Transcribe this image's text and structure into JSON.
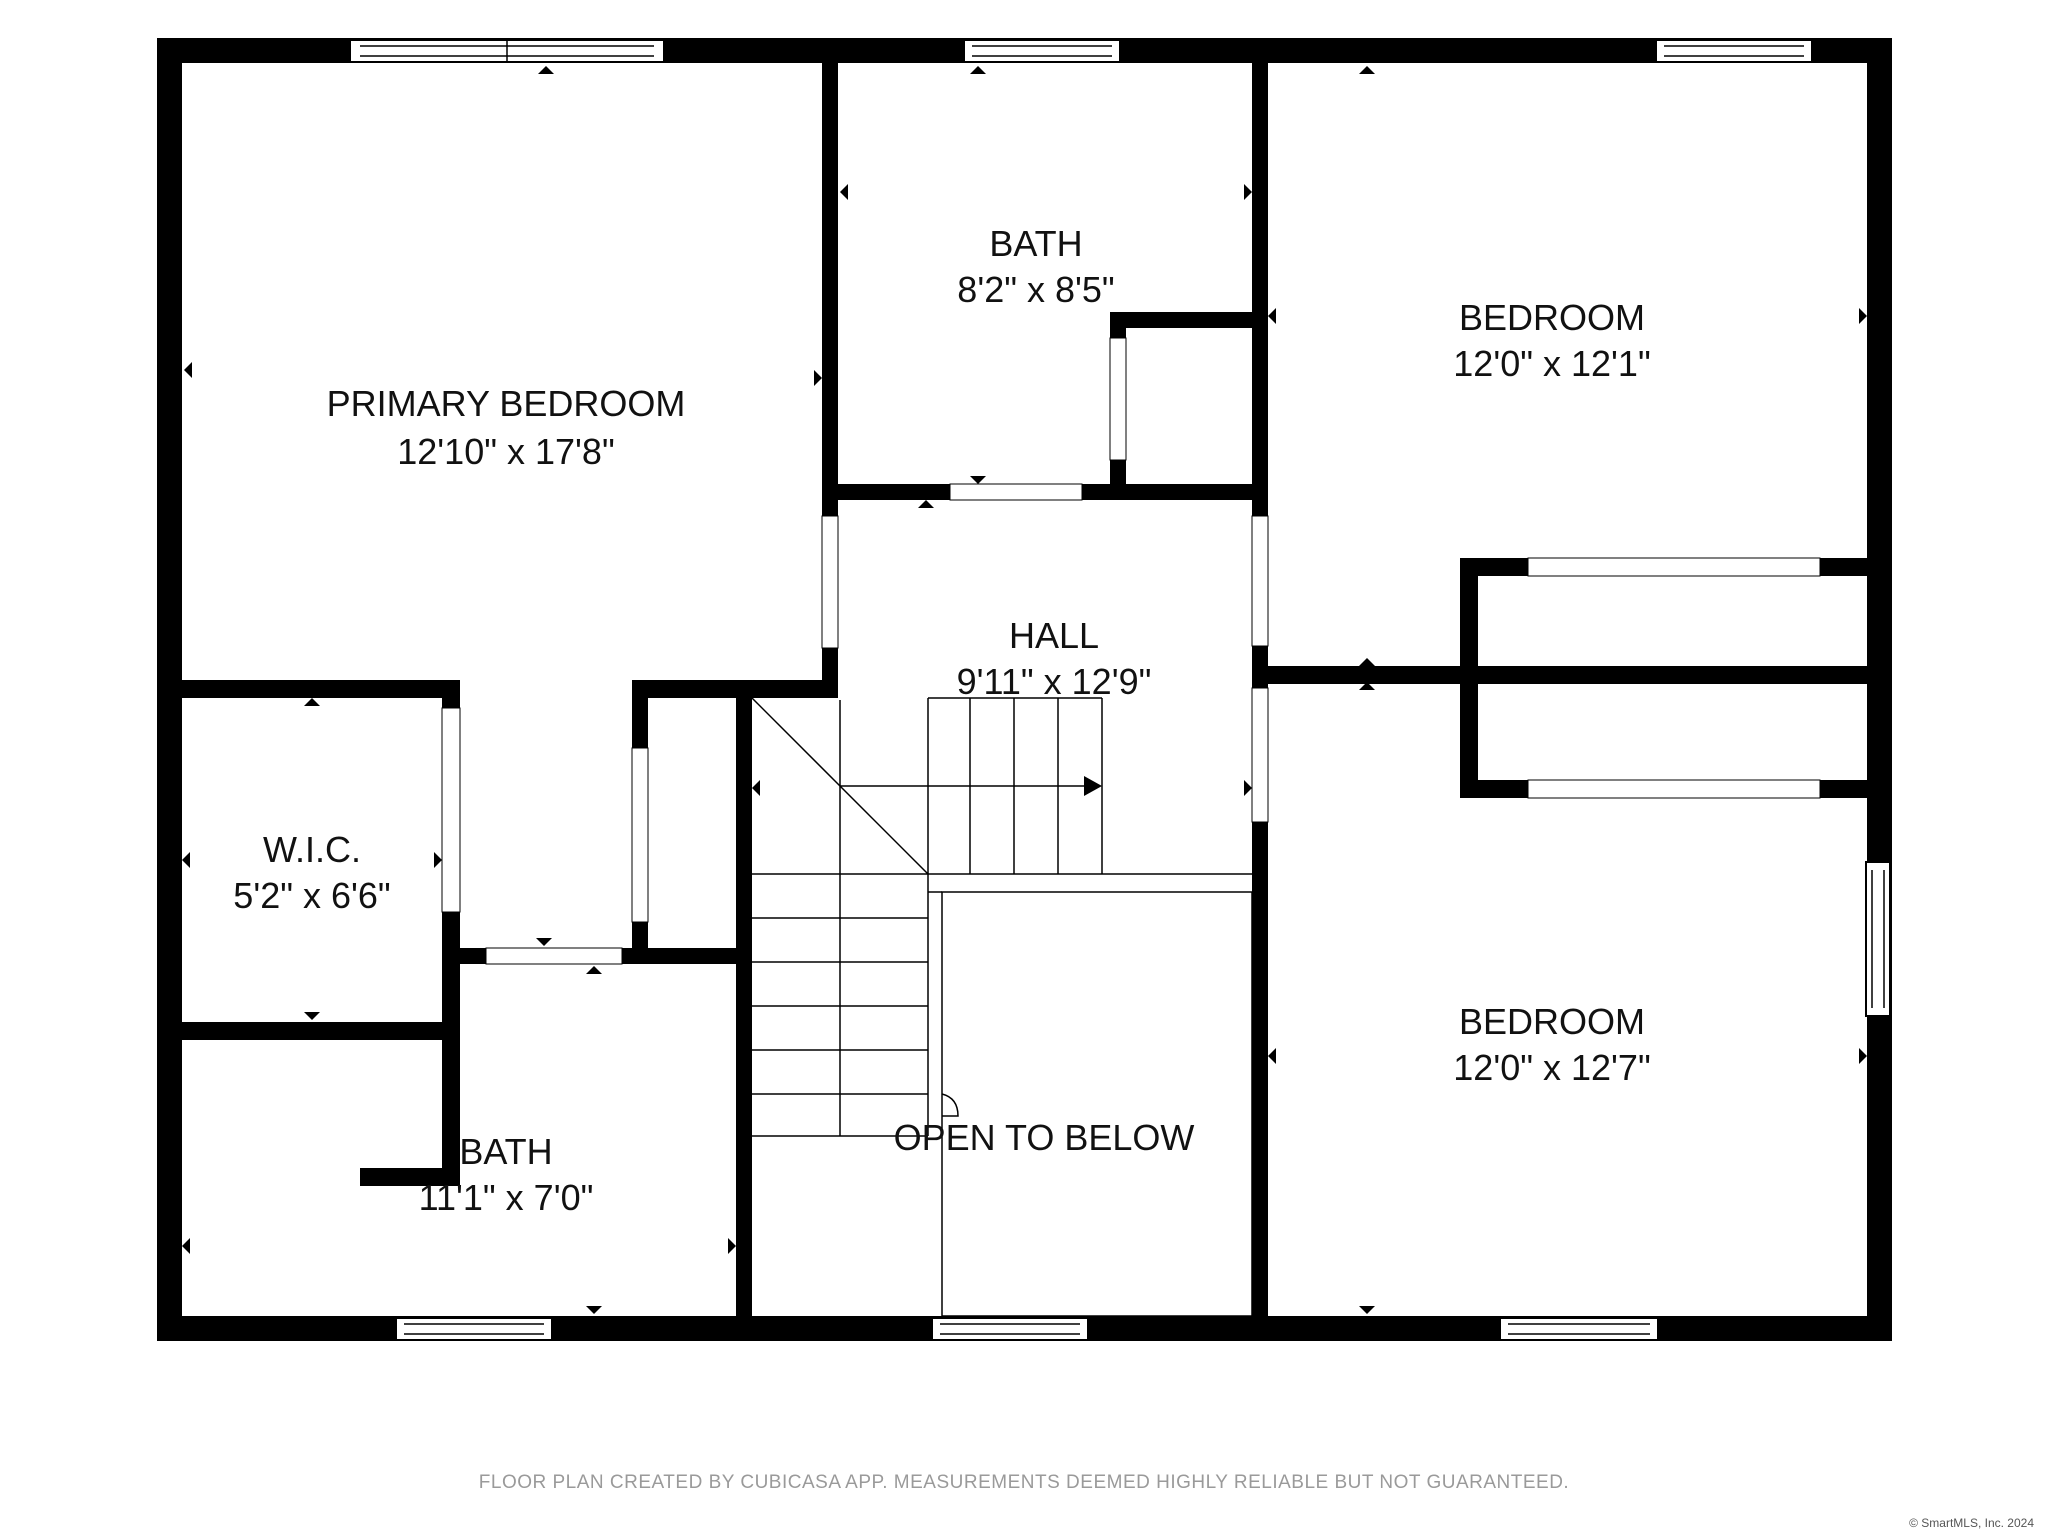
{
  "rooms": {
    "primary_bedroom": {
      "name": "PRIMARY BEDROOM",
      "dims": "12'10\" x 17'8\""
    },
    "bath_upper": {
      "name": "BATH",
      "dims": "8'2\" x 8'5\""
    },
    "bedroom_top_right": {
      "name": "BEDROOM",
      "dims": "12'0\" x 12'1\""
    },
    "hall": {
      "name": "HALL",
      "dims": "9'11\" x 12'9\""
    },
    "wic": {
      "name": "W.I.C.",
      "dims": "5'2\" x 6'6\""
    },
    "bath_lower": {
      "name": "BATH",
      "dims": "11'1\" x 7'0\""
    },
    "open_to_below": {
      "name": "OPEN TO BELOW"
    },
    "bedroom_bottom_right": {
      "name": "BEDROOM",
      "dims": "12'0\" x 12'7\""
    }
  },
  "footer": {
    "disclaimer": "FLOOR PLAN CREATED BY CUBICASA APP. MEASUREMENTS DEEMED HIGHLY RELIABLE BUT NOT GUARANTEED.",
    "copyright": "© SmartMLS, Inc. 2024"
  },
  "colors": {
    "wall": "#000000",
    "background": "#ffffff",
    "disclaimer_text": "#9a9a9a"
  }
}
